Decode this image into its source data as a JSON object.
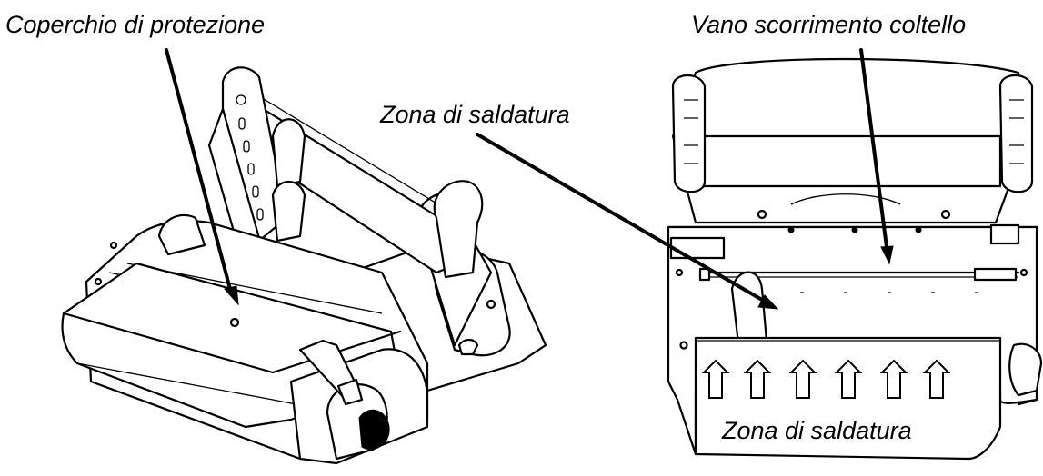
{
  "labels": {
    "cover": "Coperchio di protezione",
    "knife_slot": "Vano scorrimento coltello",
    "sealing_zone_top": "Zona di saldatura",
    "sealing_zone_bottom": "Zona di saldatura"
  },
  "colors": {
    "line": "#000000",
    "background": "#ffffff"
  }
}
